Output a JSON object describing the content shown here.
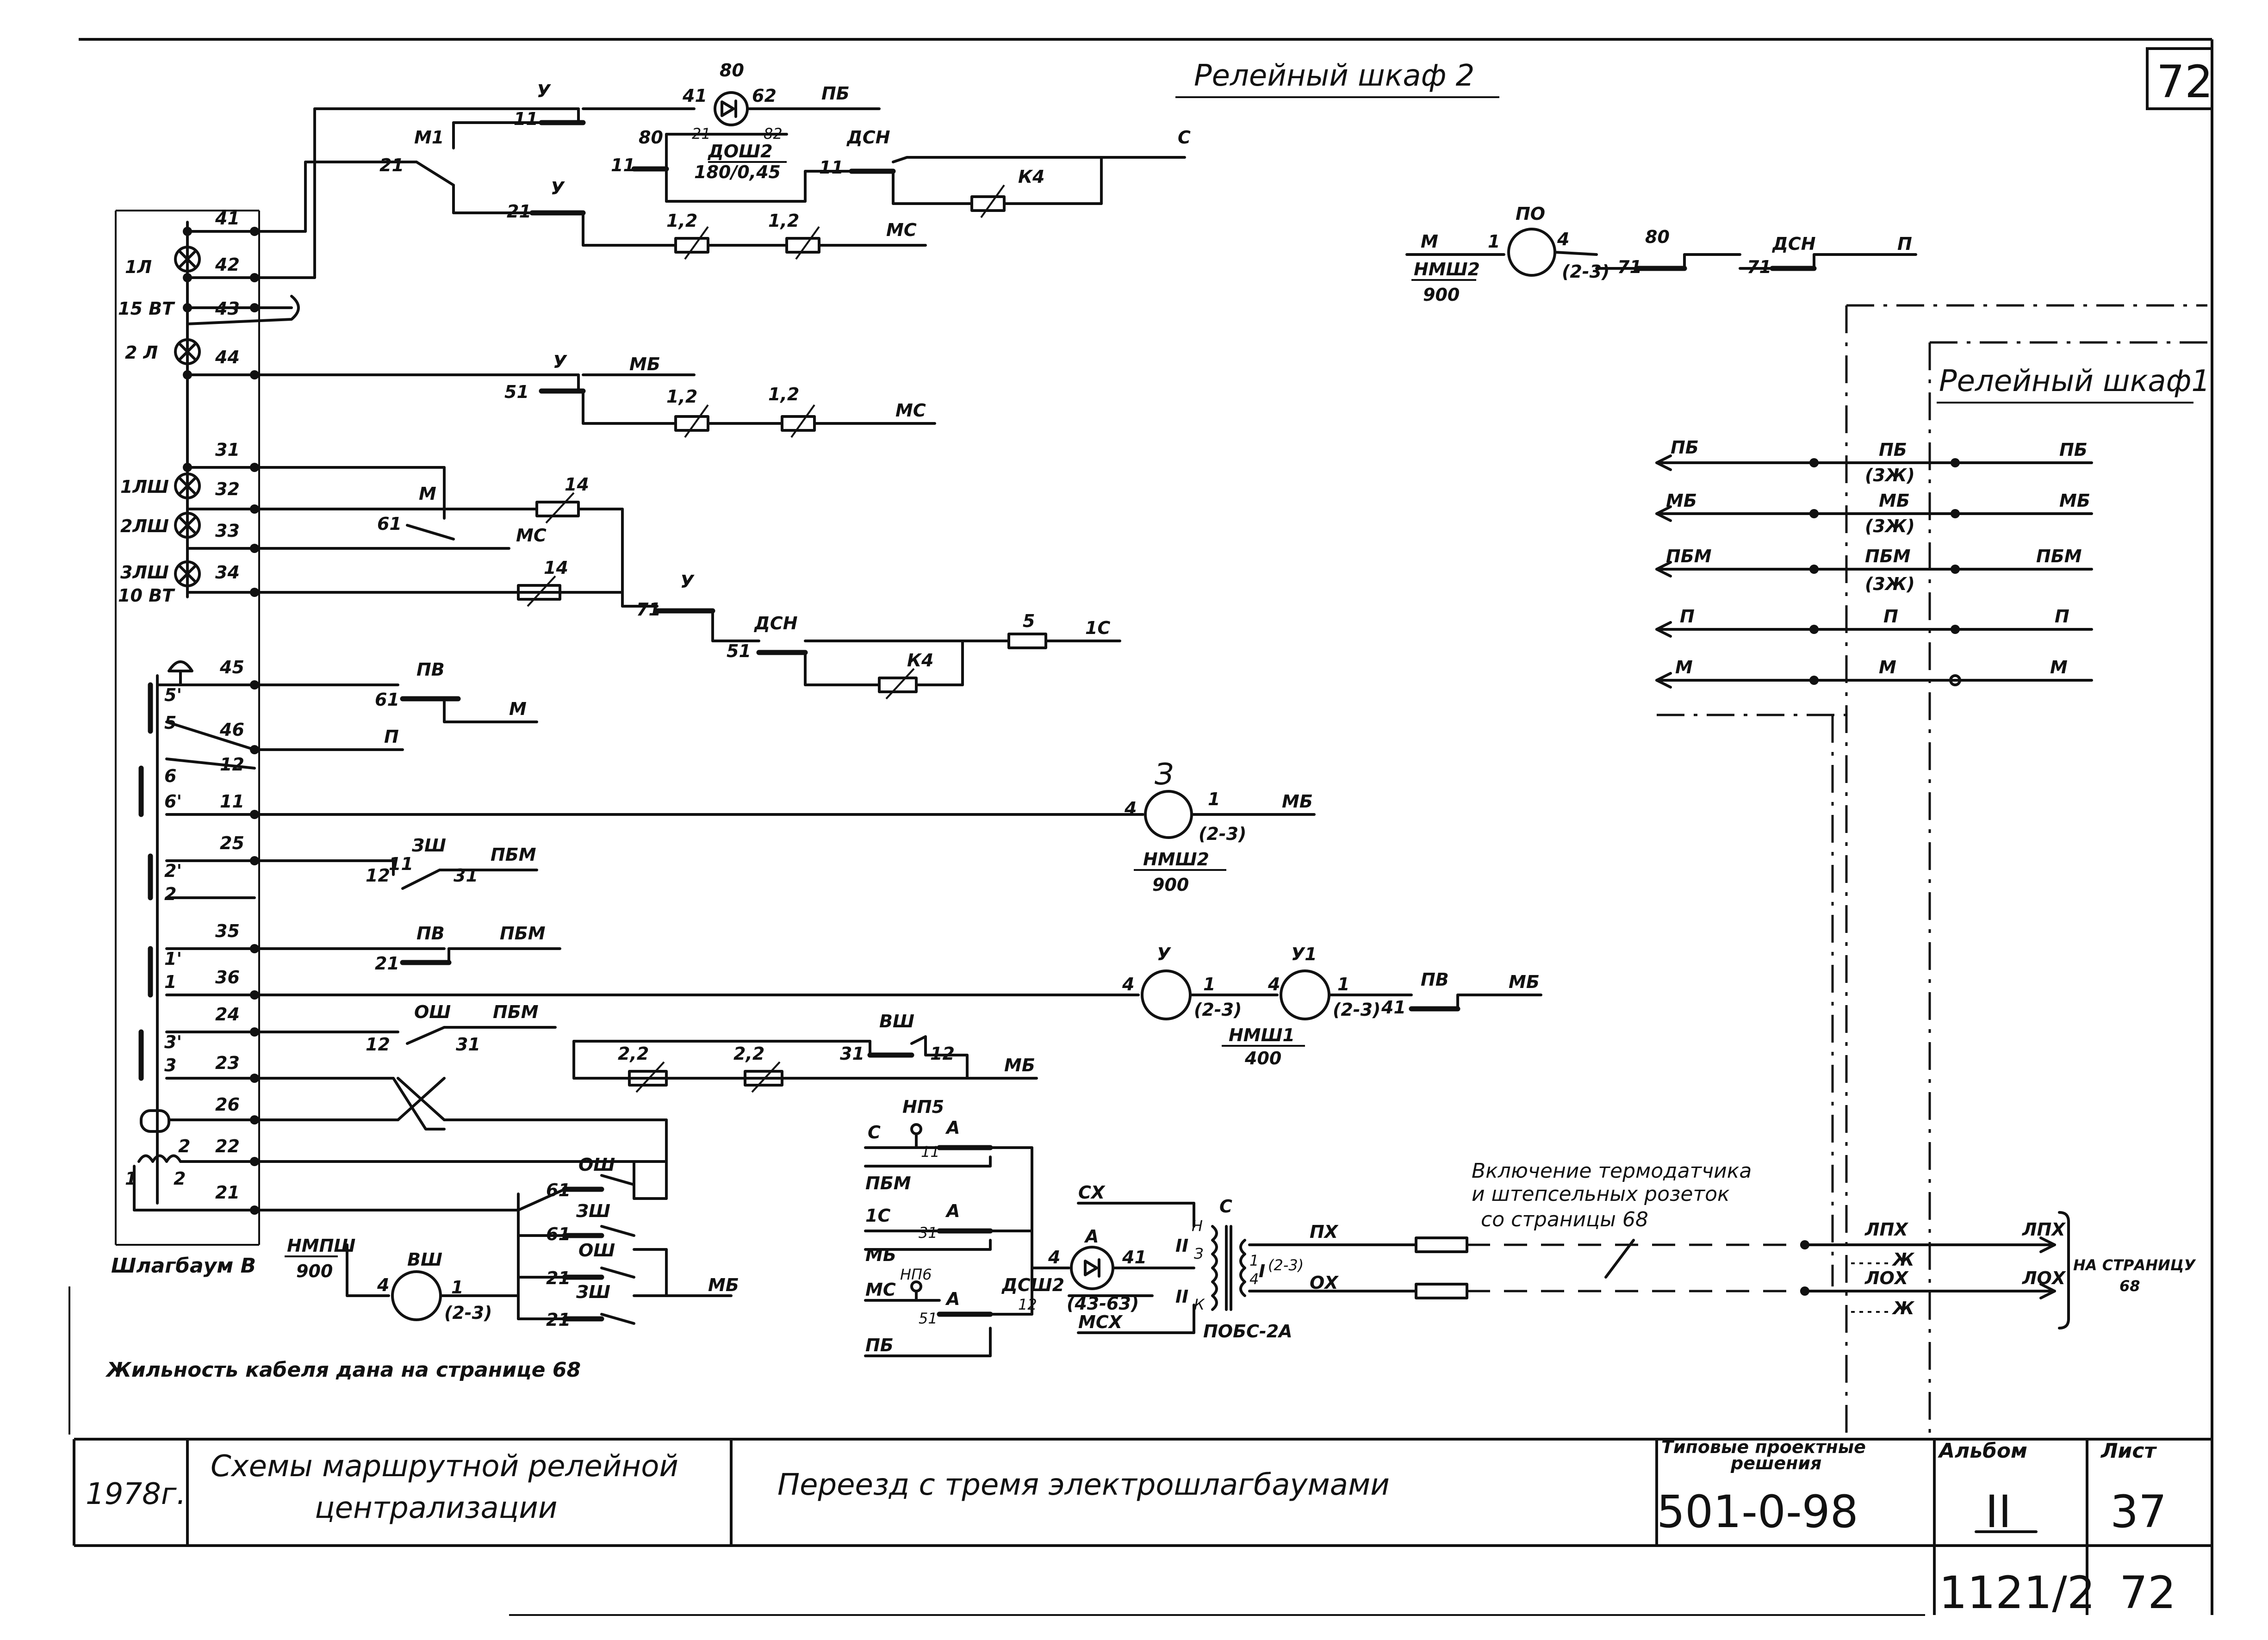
{
  "sheet_corner": "72",
  "cabinet2_title": "Релейный шкаф 2",
  "cabinet1_title": "Релейный шкаф1",
  "lamps": {
    "l1": "1Л",
    "watt15": "15 ВТ",
    "l2": "2 Л",
    "lsh1": "1ЛШ",
    "lsh2": "2ЛШ",
    "lsh3": "3ЛШ",
    "watt10": "10 ВТ"
  },
  "terminals": [
    "41",
    "42",
    "43",
    "44",
    "31",
    "32",
    "33",
    "34",
    "45",
    "46",
    "12",
    "11",
    "25",
    "35",
    "36",
    "24",
    "23",
    "26",
    "22",
    "21"
  ],
  "contacts": {
    "c5p": "5'",
    "c5": "5",
    "c6": "6",
    "c6p": "6'",
    "c2p": "2'",
    "c2": "2",
    "c1p": "1'",
    "c1": "1",
    "c3p": "3'",
    "c3": "3",
    "coil1": "1",
    "coil2": "2",
    "coil2b": "2"
  },
  "barrier_label": "Шлагбаум В",
  "circuit_top": {
    "u": "У",
    "n11": "11",
    "m1": "М1",
    "n21": "21",
    "n80": "80",
    "n41": "41",
    "n62": "62",
    "pb": "ПБ",
    "dsh_l1": "21",
    "dsh_l2": "82",
    "relay_dosh": "ДОШ2",
    "relay_dosh_val": "180/0,45",
    "n80b": "80",
    "n11b": "11",
    "dsn": "ДСН",
    "n11c": "11",
    "k4": "К4",
    "c": "С",
    "r12a": "1,2",
    "r12b": "1,2",
    "mc": "МС",
    "u2": "У",
    "n21b": "21"
  },
  "circuit_po": {
    "m": "М",
    "n1": "1",
    "po": "ПО",
    "n4": "4",
    "n23": "(2-3)",
    "n80": "80",
    "n71": "71",
    "dsn": "ДСН",
    "n71b": "71",
    "p": "П",
    "relay": "НМШ2",
    "val": "900"
  },
  "circuit_44": {
    "u": "У",
    "mb": "МБ",
    "n51": "51",
    "r12a": "1,2",
    "r12b": "1,2",
    "mc": "МС"
  },
  "circuit_shlamps": {
    "m": "М",
    "n61": "61",
    "r14a": "14",
    "mc": "МС",
    "r14b": "14",
    "u": "У",
    "n71": "71",
    "dsn": "ДСН",
    "n51": "51",
    "k4": "К4",
    "r5": "5",
    "ic": "1С"
  },
  "circuit_pv": {
    "pv": "ПВ",
    "n61": "61",
    "m": "М",
    "p": "П"
  },
  "circuit_z": {
    "z": "З",
    "n4": "4",
    "n1": "1",
    "n23": "(2-3)",
    "mb": "МБ",
    "relay": "НМШ2",
    "val": "900"
  },
  "circuit_zsh": {
    "n12": "12",
    "n11": "11",
    "zsh": "ЗШ",
    "n31": "31",
    "pbm": "ПБМ"
  },
  "circuit_pv2": {
    "pv": "ПВ",
    "n21": "21",
    "pbm": "ПБМ"
  },
  "circuit_u": {
    "u": "У",
    "u1": "У1",
    "n4a": "4",
    "n1a": "1",
    "n23a": "(2-3)",
    "n4b": "4",
    "n1b": "1",
    "n23b": "(2-3)",
    "n41": "41",
    "pv": "ПВ",
    "mb": "МБ",
    "relay": "НМШ1",
    "val": "400"
  },
  "circuit_osh": {
    "osh": "ОШ",
    "n12": "12",
    "n31": "31",
    "pbm": "ПБМ",
    "r22a": "2,2",
    "r22b": "2,2",
    "vsh": "ВШ",
    "n31b": "31",
    "n12b": "12",
    "mb": "МБ"
  },
  "circuit_bottom": {
    "osh1": "ОШ",
    "n61a": "61",
    "zsh1": "ЗШ",
    "n61b": "61",
    "osh2": "ОШ",
    "n21a": "21",
    "zsh2": "ЗШ",
    "n21b": "21",
    "mb": "МБ",
    "relay": "НМПШ",
    "val": "900",
    "vsh": "ВШ",
    "n4": "4",
    "n1": "1",
    "n23": "(2-3)"
  },
  "circuit_a": {
    "np5": "НП5",
    "c": "С",
    "a1": "А",
    "n11": "11",
    "pbm": "ПБМ",
    "ic": "1С",
    "a2": "А",
    "n31": "31",
    "mb": "МБ",
    "np6": "НП6",
    "mc": "МС",
    "a3": "А",
    "n51": "51",
    "pb": "ПБ",
    "a_relay": "А",
    "n4": "4",
    "n41": "41",
    "dsh": "ДСШ2",
    "n12": "12",
    "n4363": "(43-63)",
    "cx": "СХ",
    "mcx": "МСХ",
    "c2": "С",
    "n_h": "Н",
    "n_z": "З",
    "n_k": "К",
    "tr_ii": "II",
    "tr_ii2": "II",
    "tr_i": "I",
    "n23": "(2-3)",
    "n1": "1",
    "n4b": "4",
    "pobs": "ПОБС-2А",
    "px": "ПХ",
    "ox": "ОХ"
  },
  "thermo_note": [
    "Включение термодатчика",
    "и штепсельных розеток",
    "со страницы 68"
  ],
  "right_lines": [
    {
      "left": "ПБ",
      "mid": "ПБ",
      "sub": "(3Ж)",
      "right": "ПБ"
    },
    {
      "left": "МБ",
      "mid": "МБ",
      "sub": "(3Ж)",
      "right": "МБ"
    },
    {
      "left": "ПБМ",
      "mid": "ПБМ",
      "sub": "(3Ж)",
      "right": "ПБМ"
    },
    {
      "left": "П",
      "mid": "П",
      "sub": "",
      "right": "П"
    },
    {
      "left": "М",
      "mid": "М",
      "sub": "",
      "right": "М"
    }
  ],
  "lpx": {
    "mid": "ЛПХ",
    "zh1": "Ж",
    "right": "ЛПХ",
    "mid2": "ЛОХ",
    "zh2": "Ж",
    "right2": "ЛОХ"
  },
  "page_ref": [
    "НА СТРАНИЦУ",
    "68"
  ],
  "cable_note": "Жильность кабеля дана на странице  68",
  "title_block": {
    "year": "1978г.",
    "title_left": [
      "Схемы маршрутной релейной",
      "централизации"
    ],
    "title_main": "Переезд  с  тремя  электрошлагбаумами",
    "std_label": [
      "Типовые проектные",
      "решения"
    ],
    "std_code": "501-0-98",
    "album_label": "Альбом",
    "album_value": "II",
    "sheet_label": "Лист",
    "sheet_value": "37",
    "bottom_code": "1121/2",
    "bottom_page": "72"
  }
}
